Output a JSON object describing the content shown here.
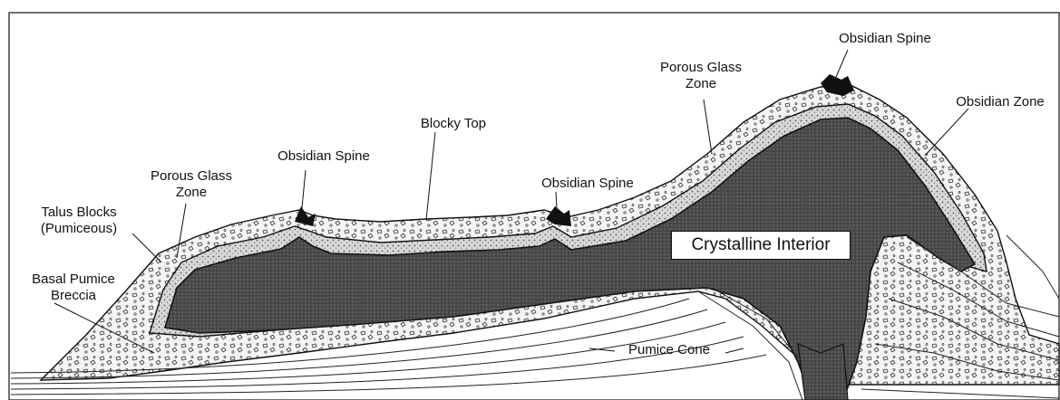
{
  "figure": {
    "labels": {
      "obsidian_spine_top": "Obsidian Spine",
      "porous_glass_zone_right": [
        "Porous Glass",
        "Zone"
      ],
      "obsidian_zone": "Obsidian Zone",
      "blocky_top": "Blocky Top",
      "obsidian_spine_left": "Obsidian Spine",
      "obsidian_spine_middle": "Obsidian Spine",
      "porous_glass_zone_left": [
        "Porous Glass",
        "Zone"
      ],
      "talus_blocks": [
        "Talus Blocks",
        "(Pumiceous)"
      ],
      "basal_pumice_breccia": [
        "Basal Pumice",
        "Breccia"
      ],
      "crystalline_interior": "Crystalline Interior",
      "pumice_cone": "Pumice Cone"
    },
    "colors": {
      "ink": "#111111",
      "interior_fill": "#4a4a4a",
      "glass_zone_fill": "#e9e9e9",
      "breccia_fill": "#f2f2f2"
    }
  }
}
